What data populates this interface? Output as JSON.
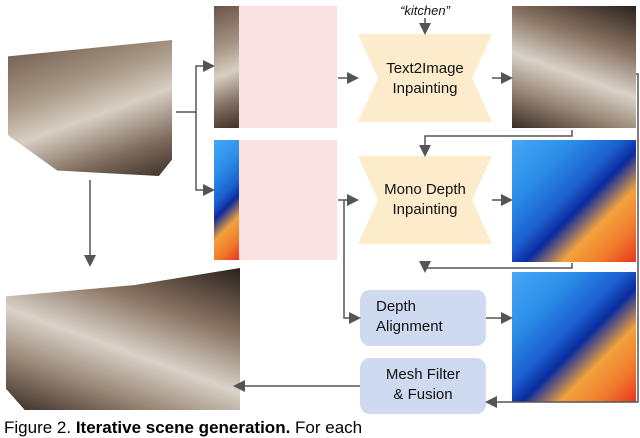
{
  "prompt_text": "“kitchen”",
  "modules": {
    "text2image": [
      "Text2Image",
      "Inpainting"
    ],
    "mono_depth": [
      "Mono Depth",
      "Inpainting"
    ],
    "depth_alignment": [
      "Depth",
      "Alignment"
    ],
    "mesh_filter": [
      "Mesh Filter",
      "& Fusion"
    ]
  },
  "caption": {
    "prefix": "Figure 2.",
    "bold": "Iterative scene generation.",
    "rest": "For each"
  },
  "colors": {
    "inpaint_module": "#fdeccc",
    "align_module": "#cddaf0",
    "mask": "#fbe2e2",
    "arrow": "#555555"
  }
}
